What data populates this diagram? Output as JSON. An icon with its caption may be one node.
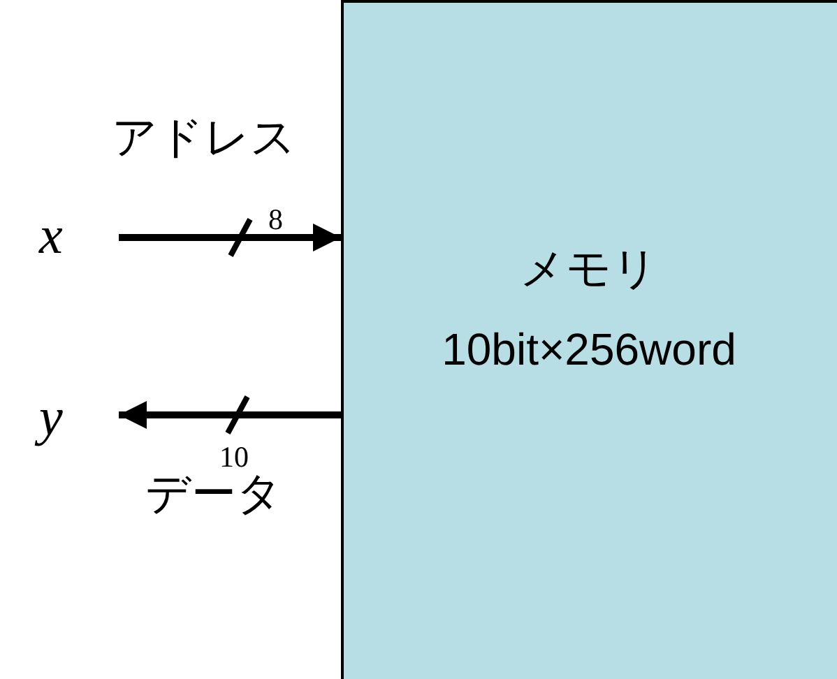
{
  "diagram": {
    "nodes": [
      {
        "text": [
          "メモリ",
          "10bit×256word"
        ]
      },
      {
        "text": [
          "x"
        ]
      },
      {
        "text": [
          "y"
        ]
      }
    ],
    "edges": [
      {
        "from": 1,
        "to": 0,
        "arrow": "to",
        "label": "8"
      },
      {
        "from": 0,
        "to": 2,
        "arrow": "to",
        "label": "10"
      }
    ],
    "labels": [
      "アドレス",
      "データ"
    ]
  }
}
